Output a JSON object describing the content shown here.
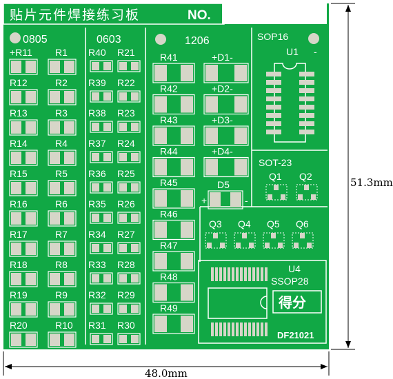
{
  "board": {
    "title": "贴片元件焊接练习板",
    "no_label": "NO.",
    "model": "DF21021",
    "score_label": "得分",
    "colors": {
      "pcb": "#11a845",
      "silk": "#ffffff",
      "pad": "#d6d6c8",
      "trace": "#7fd98e"
    }
  },
  "dimensions": {
    "height": "51.3mm",
    "width": "48.0mm"
  },
  "sections": {
    "s0805": "0805",
    "s0603": "0603",
    "s1206": "1206",
    "sop16": "SOP16",
    "u1": "U1",
    "sot23": "SOT-23",
    "u4": "U4",
    "ssop28": "SSOP28"
  },
  "col0805_left": [
    "+R11",
    "R12",
    "R13",
    "R14",
    "R15",
    "R16",
    "R17",
    "R18",
    "R19",
    "R20"
  ],
  "col0805_right": [
    "R1",
    "R2",
    "R3",
    "R4",
    "R5",
    "R6",
    "R7",
    "R8",
    "R9",
    "R10"
  ],
  "col0603_left": [
    "R40",
    "R39",
    "R38",
    "R37",
    "R36",
    "R35",
    "R34",
    "R33",
    "R32",
    "R31"
  ],
  "col0603_right": [
    "R21",
    "R22",
    "R23",
    "R24",
    "R25",
    "R26",
    "R27",
    "R28",
    "R29",
    "R30"
  ],
  "col1206": [
    "R41",
    "R42",
    "R43",
    "R44",
    "R45",
    "R46",
    "R47",
    "R48",
    "R49"
  ],
  "diodes": [
    "+D1-",
    "+D2-",
    "+D3-",
    "+D4-"
  ],
  "d5": {
    "label": "D5",
    "plus": "+",
    "minus": "-"
  },
  "sot_top": [
    "Q1",
    "Q2"
  ],
  "sot_bottom": [
    "Q3",
    "Q4",
    "Q5",
    "Q6"
  ],
  "sop16_minus": "-"
}
